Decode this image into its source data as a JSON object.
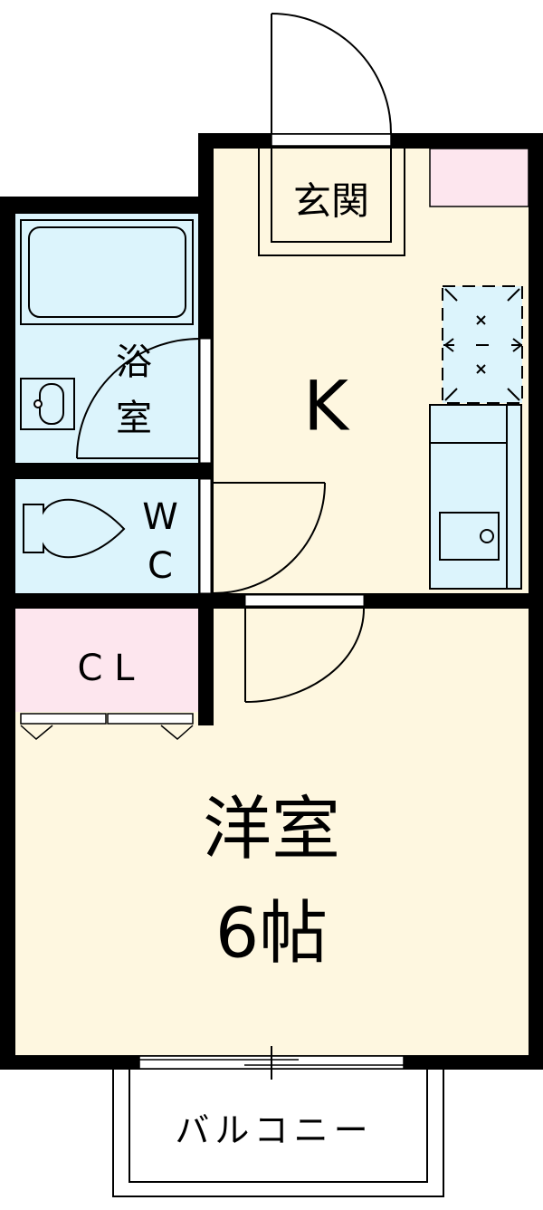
{
  "rooms": {
    "entrance": "玄関",
    "kitchen": "K",
    "bath_line1": "浴",
    "bath_line2": "室",
    "wc_line1": "W",
    "wc_line2": "C",
    "closet": "C L",
    "western_room": "洋室",
    "western_room_size": "6帖",
    "balcony": "バルコニー"
  },
  "colors": {
    "wall": "#000000",
    "floor": "#fef7e0",
    "wet_area": "#dcf4fc",
    "storage": "#fde6ee"
  }
}
